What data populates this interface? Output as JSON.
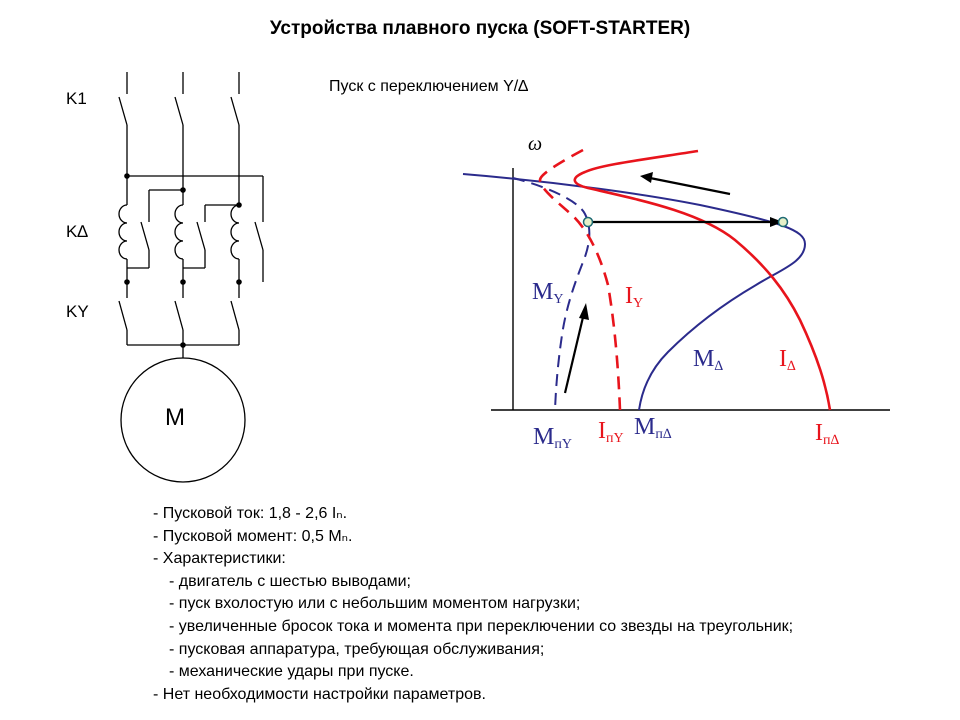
{
  "title": "Устройства плавного пуска (SOFT-STARTER)",
  "subtitle": "Пуск с переключением Y/∆",
  "circuit": {
    "k1_label": "K1",
    "kdelta_label": "K∆",
    "ky_label": "KY",
    "motor_label": "M"
  },
  "graph": {
    "omega_label": "ω",
    "curves": {
      "m_y": {
        "main": "M",
        "sub": "Y",
        "color": "#2b2b8c"
      },
      "i_y": {
        "main": "I",
        "sub": "Y",
        "color": "#e8141c"
      },
      "m_delta": {
        "main": "M",
        "sub": "∆",
        "color": "#2b2b8c"
      },
      "i_delta": {
        "main": "I",
        "sub": "∆",
        "color": "#e8141c"
      }
    },
    "axis_labels": {
      "m_py": {
        "main": "M",
        "sub": "пY"
      },
      "i_py": {
        "main": "I",
        "sub": "пY"
      },
      "m_pdelta": {
        "main": "M",
        "sub": "п∆"
      },
      "i_pdelta": {
        "main": "I",
        "sub": "п∆"
      }
    }
  },
  "notes": {
    "line1": "- Пусковой ток: 1,8 - 2,6 Iₙ.",
    "line2": "- Пусковой момент: 0,5 Mₙ.",
    "line3": "- Характеристики:",
    "sub_items": [
      "- двигатель с шестью выводами;",
      "- пуск вхолостую или с небольшим моментом нагрузки;",
      "- увеличенные бросок тока и момента при переключении со звезды на треугольник;",
      "- пусковая аппаратура, требующая обслуживания;",
      "- механические удары при пуске."
    ],
    "line_last": "- Нет необходимости настройки параметров."
  }
}
